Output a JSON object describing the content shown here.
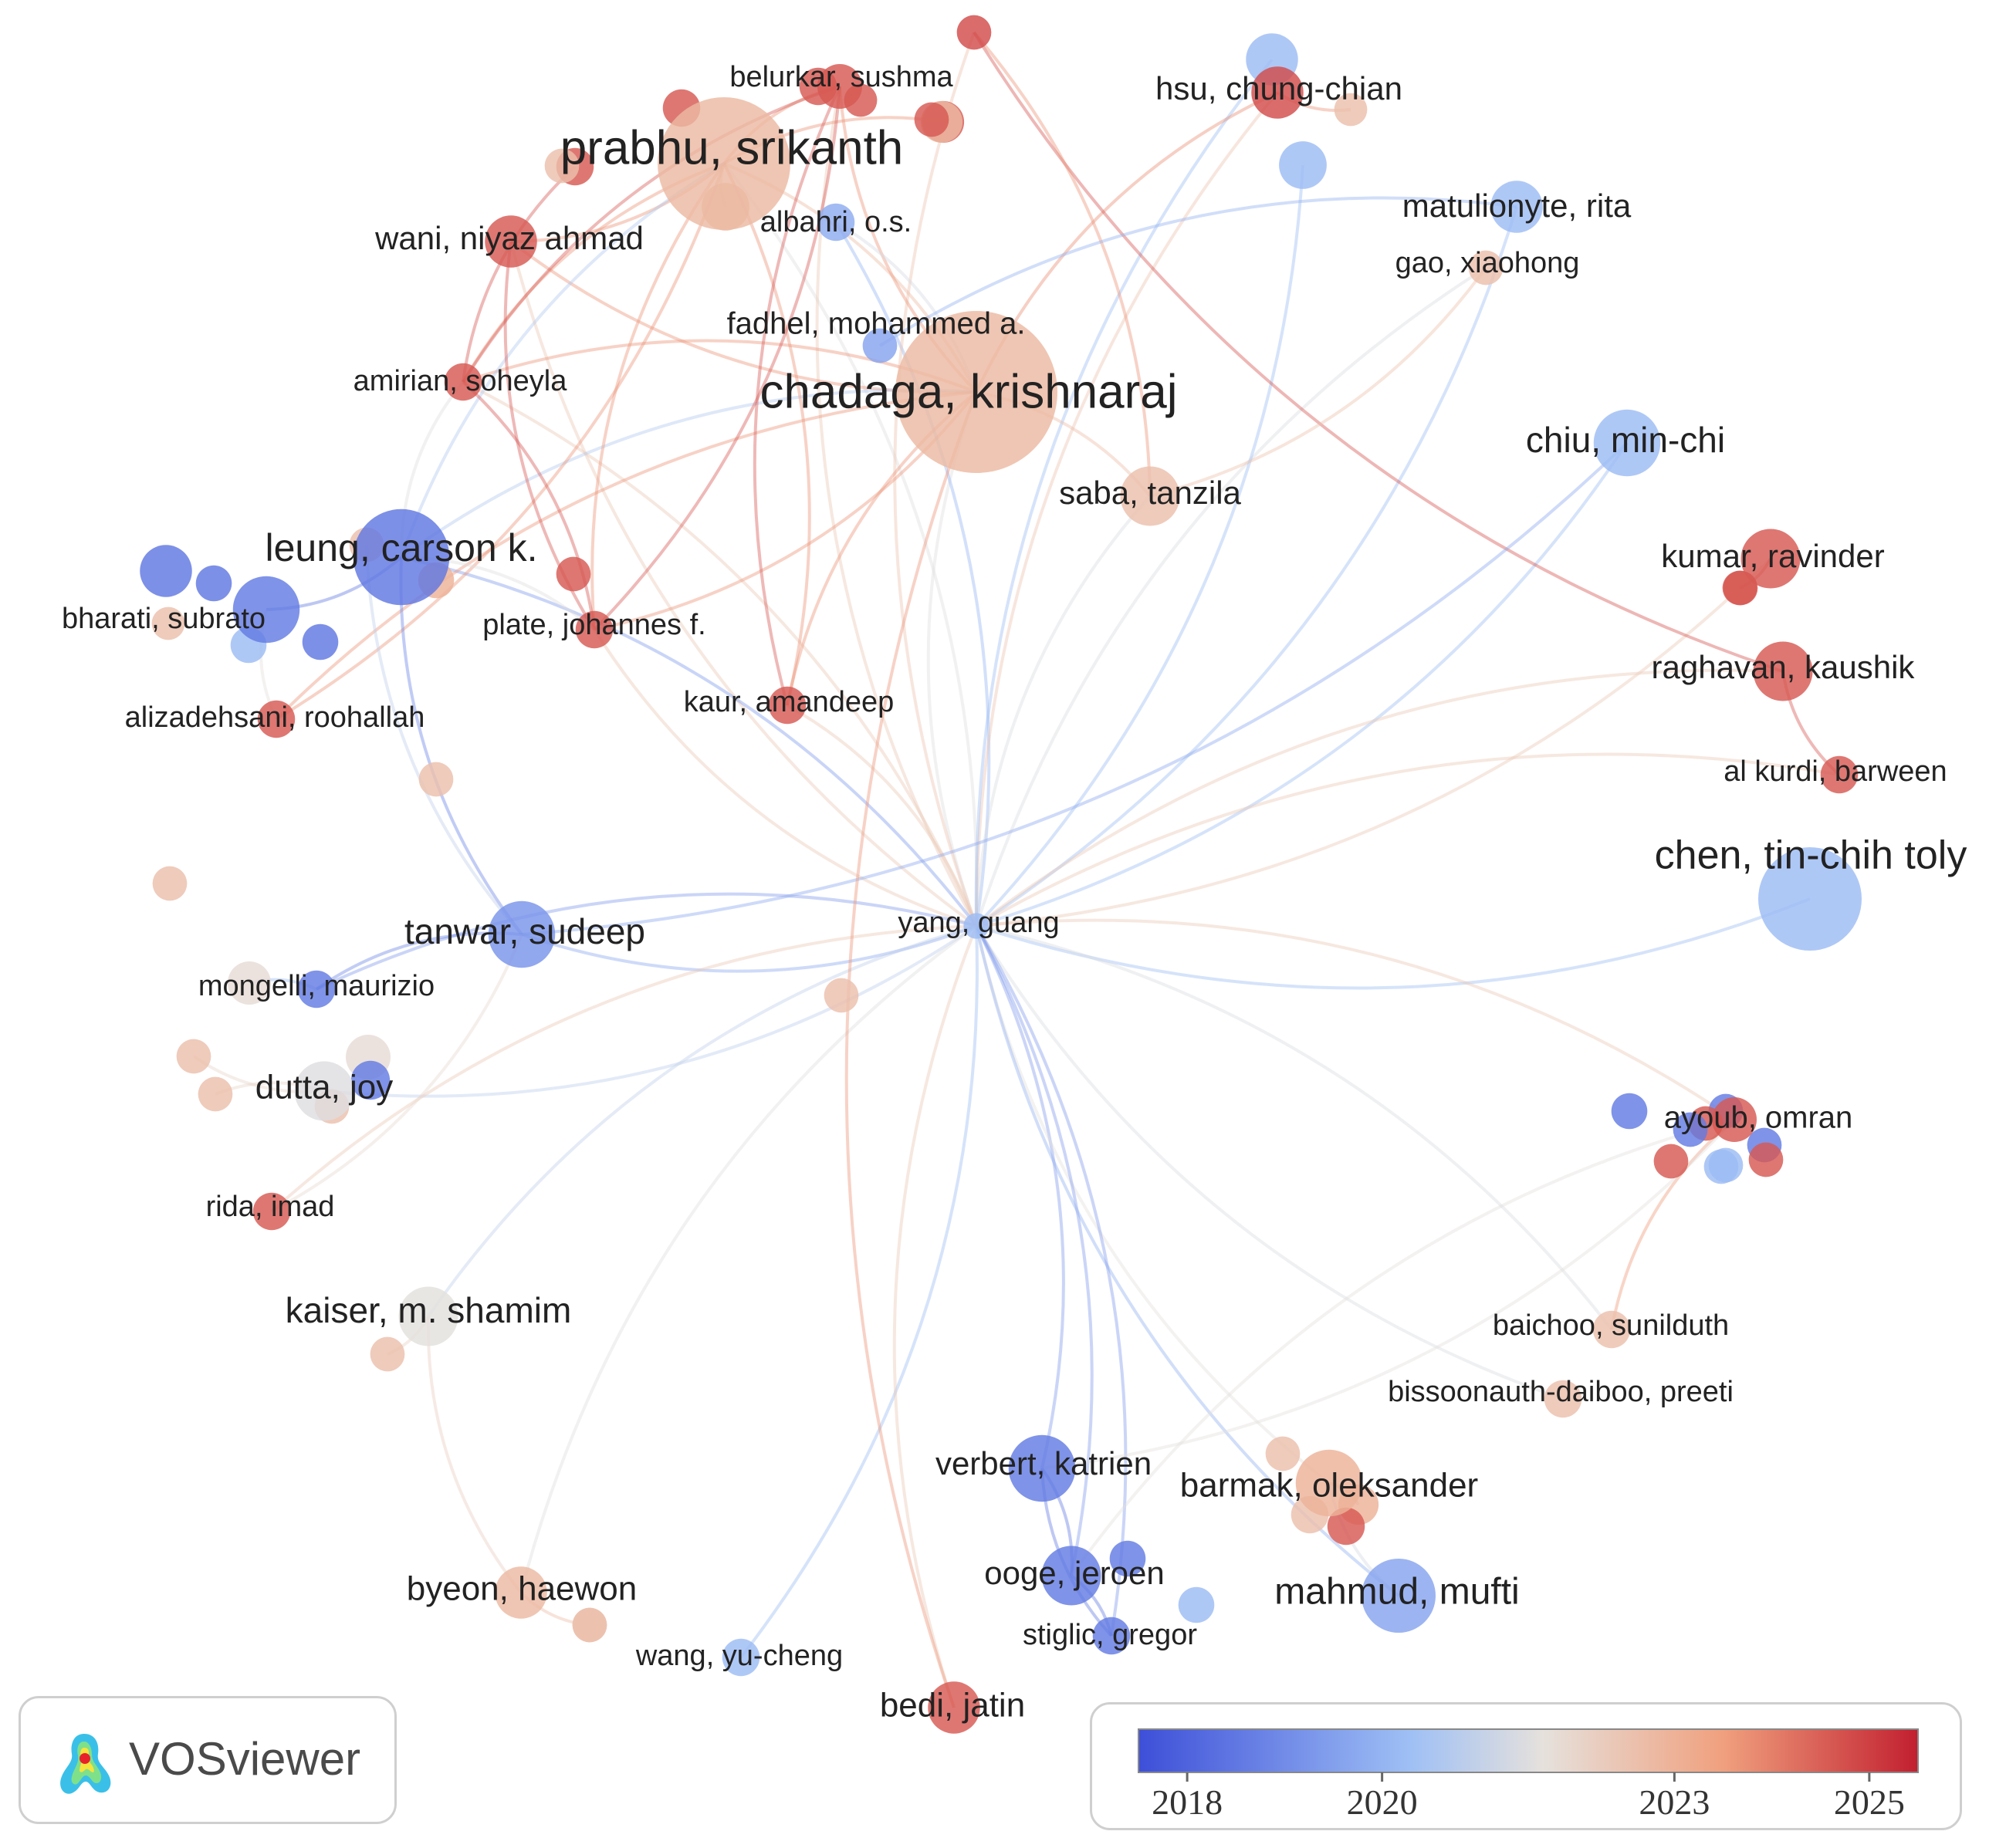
{
  "app": {
    "name": "VOSviewer"
  },
  "colors": {
    "min": "#3d4fd8",
    "mid": "#e6e1dc",
    "max": "#c21f2f"
  },
  "legend": {
    "ticks": [
      "2018",
      "2020",
      "2023",
      "2025"
    ],
    "range": [
      2017.5,
      2025.5
    ]
  },
  "nodes": [
    {
      "id": "chadaga",
      "label": "chadaga, krishnaraj",
      "year": 2022.8,
      "weight": 10,
      "labelSize": 62
    },
    {
      "id": "prabhu",
      "label": "prabhu, srikanth",
      "year": 2022.8,
      "weight": 8,
      "labelSize": 62
    },
    {
      "id": "belurkar",
      "label": "belurkar, sushma",
      "year": 2024.6,
      "weight": 2,
      "labelSize": 38
    },
    {
      "id": "albahri",
      "label": "albahri, o.s.",
      "year": 2019.8,
      "weight": 1.5,
      "labelSize": 38
    },
    {
      "id": "wani",
      "label": "wani, niyaz ahmad",
      "year": 2024.6,
      "weight": 2.5,
      "labelSize": 42
    },
    {
      "id": "fadhel",
      "label": "fadhel, mohammed a.",
      "year": 2019.6,
      "weight": 1.3,
      "labelSize": 40
    },
    {
      "id": "amirian",
      "label": "amirian, soheyla",
      "year": 2024.6,
      "weight": 1.5,
      "labelSize": 38
    },
    {
      "id": "hsu",
      "label": "hsu, chung-chian",
      "year": 2024.8,
      "weight": 2.5,
      "labelSize": 42
    },
    {
      "id": "matulionyte",
      "label": "matulionyte, rita",
      "year": 2020.2,
      "weight": 2.5,
      "labelSize": 42
    },
    {
      "id": "gao",
      "label": "gao, xiaohong",
      "year": 2022.6,
      "weight": 1.3,
      "labelSize": 38
    },
    {
      "id": "chiu",
      "label": "chiu, min-chi",
      "year": 2020.2,
      "weight": 3.5,
      "labelSize": 46
    },
    {
      "id": "saba",
      "label": "saba, tanzila",
      "year": 2022.6,
      "weight": 3,
      "labelSize": 42
    },
    {
      "id": "leung",
      "label": "leung, carson k.",
      "year": 2018.5,
      "weight": 5.5,
      "labelSize": 50
    },
    {
      "id": "bharati",
      "label": "bharati, subrato",
      "year": 2018.6,
      "weight": 3.5,
      "labelSize": 38
    },
    {
      "id": "plate",
      "label": "plate, johannes f.",
      "year": 2024.6,
      "weight": 1.5,
      "labelSize": 38
    },
    {
      "id": "kumar",
      "label": "kumar, ravinder",
      "year": 2024.6,
      "weight": 3,
      "labelSize": 42
    },
    {
      "id": "raghavan",
      "label": "raghavan, kaushik",
      "year": 2024.6,
      "weight": 3,
      "labelSize": 42
    },
    {
      "id": "kaur",
      "label": "kaur, amandeep",
      "year": 2024.6,
      "weight": 1.5,
      "labelSize": 38
    },
    {
      "id": "alizadehsani",
      "label": "alizadehsani, roohallah",
      "year": 2024.6,
      "weight": 1.5,
      "labelSize": 38
    },
    {
      "id": "alkurdi",
      "label": "al kurdi, barween",
      "year": 2024.6,
      "weight": 1.5,
      "labelSize": 38
    },
    {
      "id": "chen",
      "label": "chen, tin-chih toly",
      "year": 2020.2,
      "weight": 6,
      "labelSize": 52
    },
    {
      "id": "yang",
      "label": "yang, guang",
      "year": 2020.2,
      "weight": 0.7,
      "labelSize": 38
    },
    {
      "id": "tanwar",
      "label": "tanwar, sudeep",
      "year": 2019.2,
      "weight": 3.5,
      "labelSize": 46
    },
    {
      "id": "mongelli",
      "label": "mongelli, maurizio",
      "year": 2018.6,
      "weight": 1.5,
      "labelSize": 38
    },
    {
      "id": "dutta",
      "label": "dutta, joy",
      "year": 2021.5,
      "weight": 3,
      "labelSize": 44
    },
    {
      "id": "rida",
      "label": "rida, imad",
      "year": 2024.6,
      "weight": 1.5,
      "labelSize": 38
    },
    {
      "id": "ayoub",
      "label": "ayoub, omran",
      "year": 2024.6,
      "weight": 2,
      "labelSize": 40
    },
    {
      "id": "kaiser",
      "label": "kaiser, m. shamim",
      "year": 2021.6,
      "weight": 3,
      "labelSize": 46
    },
    {
      "id": "baichoo",
      "label": "baichoo, sunilduth",
      "year": 2022.6,
      "weight": 1.5,
      "labelSize": 38
    },
    {
      "id": "bissoonauth",
      "label": "bissoonauth-daiboo, preeti",
      "year": 2022.6,
      "weight": 1.5,
      "labelSize": 38
    },
    {
      "id": "verbert",
      "label": "verbert, katrien",
      "year": 2018.6,
      "weight": 3.5,
      "labelSize": 42
    },
    {
      "id": "barmak",
      "label": "barmak, oleksander",
      "year": 2023.0,
      "weight": 3.5,
      "labelSize": 44
    },
    {
      "id": "ooge",
      "label": "ooge, jeroen",
      "year": 2018.6,
      "weight": 3,
      "labelSize": 42
    },
    {
      "id": "mahmud",
      "label": "mahmud, mufti",
      "year": 2019.6,
      "weight": 4,
      "labelSize": 48
    },
    {
      "id": "stiglic",
      "label": "stiglic, gregor",
      "year": 2018.6,
      "weight": 1.5,
      "labelSize": 38
    },
    {
      "id": "byeon",
      "label": "byeon, haewon",
      "year": 2022.8,
      "weight": 2.5,
      "labelSize": 44
    },
    {
      "id": "wang",
      "label": "wang, yu-cheng",
      "year": 2020.2,
      "weight": 1.5,
      "labelSize": 38
    },
    {
      "id": "bedi",
      "label": "bedi, jatin",
      "year": 2024.6,
      "weight": 2.5,
      "labelSize": 44
    }
  ],
  "extra_nodes": [
    {
      "id": "x1",
      "year": 2024.8,
      "weight": 1.3
    },
    {
      "id": "x2",
      "year": 2020.2,
      "weight": 2.5
    },
    {
      "id": "x3",
      "year": 2020.2,
      "weight": 2.2
    },
    {
      "id": "x4",
      "year": 2022.6,
      "weight": 1.2
    },
    {
      "id": "x5",
      "year": 2024.6,
      "weight": 1.8
    },
    {
      "id": "x6",
      "year": 2024.6,
      "weight": 1.5
    },
    {
      "id": "x7",
      "year": 2024.6,
      "weight": 1.2
    },
    {
      "id": "x8",
      "year": 2022.8,
      "weight": 2.2
    },
    {
      "id": "x9",
      "year": 2024.6,
      "weight": 1.5
    },
    {
      "id": "x10",
      "year": 2024.6,
      "weight": 1.5
    },
    {
      "id": "x11",
      "year": 2022.6,
      "weight": 1.3
    },
    {
      "id": "x12",
      "year": 2022.6,
      "weight": 1.3
    },
    {
      "id": "x13",
      "year": 2018.5,
      "weight": 2.5
    },
    {
      "id": "x14",
      "year": 2018.5,
      "weight": 1.4
    },
    {
      "id": "x15",
      "year": 2018.5,
      "weight": 1.4
    },
    {
      "id": "x16",
      "year": 2020.2,
      "weight": 1.4
    },
    {
      "id": "x17",
      "year": 2022.6,
      "weight": 1.2
    },
    {
      "id": "x18",
      "year": 2024.6,
      "weight": 1.3
    },
    {
      "id": "x19",
      "year": 2023.0,
      "weight": 1.4
    },
    {
      "id": "x20",
      "year": 2024.6,
      "weight": 1.3
    },
    {
      "id": "x21",
      "year": 2022.6,
      "weight": 1.3
    },
    {
      "id": "x22",
      "year": 2021.8,
      "weight": 1.9
    },
    {
      "id": "x23",
      "year": 2022.6,
      "weight": 1.3
    },
    {
      "id": "x24",
      "year": 2022.6,
      "weight": 1.3
    },
    {
      "id": "x25",
      "year": 2021.8,
      "weight": 2
    },
    {
      "id": "x26",
      "year": 2018.6,
      "weight": 1.6
    },
    {
      "id": "x27",
      "year": 2022.6,
      "weight": 1.3
    },
    {
      "id": "x28",
      "year": 2022.6,
      "weight": 1.3
    },
    {
      "id": "x29",
      "year": 2018.6,
      "weight": 1.4
    },
    {
      "id": "x30",
      "year": 2020.2,
      "weight": 1.3
    },
    {
      "id": "x31",
      "year": 2018.6,
      "weight": 1.3
    },
    {
      "id": "x32",
      "year": 2018.6,
      "weight": 1.3
    },
    {
      "id": "x33",
      "year": 2024.6,
      "weight": 1.3
    },
    {
      "id": "x34",
      "year": 2020.2,
      "weight": 1.4
    },
    {
      "id": "x35",
      "year": 2024.6,
      "weight": 1.3
    },
    {
      "id": "x36",
      "year": 2024.6,
      "weight": 1.3
    },
    {
      "id": "x37",
      "year": 2022.6,
      "weight": 1.3
    },
    {
      "id": "x38",
      "year": 2022.6,
      "weight": 1.5
    },
    {
      "id": "x39",
      "year": 2023.0,
      "weight": 1.7
    },
    {
      "id": "x40",
      "year": 2022.6,
      "weight": 1.3
    },
    {
      "id": "x41",
      "year": 2018.6,
      "weight": 1.4
    },
    {
      "id": "x42",
      "year": 2020.2,
      "weight": 1.3
    },
    {
      "id": "x43",
      "year": 2024.6,
      "weight": 1.5
    },
    {
      "id": "x44",
      "year": 2022.6,
      "weight": 1.3
    },
    {
      "id": "x45",
      "year": 2024.6,
      "weight": 1.3
    },
    {
      "id": "x46",
      "year": 2018.6,
      "weight": 1.3
    },
    {
      "id": "x47",
      "year": 2022.8,
      "weight": 1.8
    },
    {
      "id": "x48",
      "year": 2024.6,
      "weight": 1.3
    },
    {
      "id": "x49",
      "year": 2022.6,
      "weight": 1.3
    },
    {
      "id": "x50",
      "year": 2022.6,
      "weight": 1.3
    }
  ],
  "links": [
    [
      "yang",
      "chadaga"
    ],
    [
      "yang",
      "prabhu"
    ],
    [
      "yang",
      "belurkar"
    ],
    [
      "yang",
      "albahri"
    ],
    [
      "yang",
      "wani"
    ],
    [
      "yang",
      "amirian"
    ],
    [
      "yang",
      "hsu"
    ],
    [
      "yang",
      "matulionyte"
    ],
    [
      "yang",
      "gao"
    ],
    [
      "yang",
      "chiu"
    ],
    [
      "yang",
      "saba"
    ],
    [
      "yang",
      "leung"
    ],
    [
      "yang",
      "plate"
    ],
    [
      "yang",
      "kumar"
    ],
    [
      "yang",
      "raghavan"
    ],
    [
      "yang",
      "kaur"
    ],
    [
      "yang",
      "alkurdi"
    ],
    [
      "yang",
      "chen"
    ],
    [
      "yang",
      "tanwar"
    ],
    [
      "yang",
      "mongelli"
    ],
    [
      "yang",
      "dutta"
    ],
    [
      "yang",
      "rida"
    ],
    [
      "yang",
      "ayoub"
    ],
    [
      "yang",
      "kaiser"
    ],
    [
      "yang",
      "baichoo"
    ],
    [
      "yang",
      "bissoonauth"
    ],
    [
      "yang",
      "verbert"
    ],
    [
      "yang",
      "barmak"
    ],
    [
      "yang",
      "ooge"
    ],
    [
      "yang",
      "mahmud"
    ],
    [
      "yang",
      "stiglic"
    ],
    [
      "yang",
      "byeon"
    ],
    [
      "yang",
      "wang"
    ],
    [
      "yang",
      "bedi"
    ],
    [
      "yang",
      "x2"
    ],
    [
      "yang",
      "x3"
    ],
    [
      "yang",
      "x1"
    ],
    [
      "chadaga",
      "prabhu"
    ],
    [
      "chadaga",
      "belurkar"
    ],
    [
      "chadaga",
      "albahri"
    ],
    [
      "chadaga",
      "wani"
    ],
    [
      "chadaga",
      "amirian"
    ],
    [
      "chadaga",
      "plate"
    ],
    [
      "chadaga",
      "kaur"
    ],
    [
      "chadaga",
      "saba"
    ],
    [
      "chadaga",
      "leung"
    ],
    [
      "chadaga",
      "hsu"
    ],
    [
      "chadaga",
      "alizadehsani"
    ],
    [
      "prabhu",
      "belurkar"
    ],
    [
      "prabhu",
      "amirian"
    ],
    [
      "prabhu",
      "wani"
    ],
    [
      "prabhu",
      "plate"
    ],
    [
      "prabhu",
      "kaur"
    ],
    [
      "prabhu",
      "leung"
    ],
    [
      "prabhu",
      "alizadehsani"
    ],
    [
      "prabhu",
      "x8"
    ],
    [
      "prabhu",
      "x5"
    ],
    [
      "belurkar",
      "kaur"
    ],
    [
      "belurkar",
      "plate"
    ],
    [
      "belurkar",
      "amirian"
    ],
    [
      "amirian",
      "plate"
    ],
    [
      "amirian",
      "leung"
    ],
    [
      "amirian",
      "x10"
    ],
    [
      "wani",
      "plate"
    ],
    [
      "leung",
      "bharati"
    ],
    [
      "leung",
      "tanwar"
    ],
    [
      "leung",
      "plate"
    ],
    [
      "bharati",
      "alizadehsani"
    ],
    [
      "tanwar",
      "x12"
    ],
    [
      "tanwar",
      "mongelli"
    ],
    [
      "tanwar",
      "rida"
    ],
    [
      "mongelli",
      "x22"
    ],
    [
      "dutta",
      "x23"
    ],
    [
      "dutta",
      "x24"
    ],
    [
      "kaiser",
      "x28"
    ],
    [
      "kaiser",
      "byeon"
    ],
    [
      "verbert",
      "ooge"
    ],
    [
      "verbert",
      "stiglic"
    ],
    [
      "ooge",
      "stiglic"
    ],
    [
      "barmak",
      "mahmud"
    ],
    [
      "barmak",
      "x39"
    ],
    [
      "ayoub",
      "baichoo"
    ],
    [
      "ayoub",
      "verbert"
    ],
    [
      "ayoub",
      "ooge"
    ],
    [
      "kumar",
      "x35"
    ],
    [
      "raghavan",
      "alkurdi"
    ],
    [
      "raghavan",
      "x1"
    ],
    [
      "saba",
      "x1"
    ],
    [
      "gao",
      "saba"
    ],
    [
      "matulionyte",
      "fadhel"
    ],
    [
      "chiu",
      "tanwar"
    ],
    [
      "hsu",
      "x4"
    ],
    [
      "bedi",
      "chadaga"
    ],
    [
      "byeon",
      "x49"
    ]
  ]
}
